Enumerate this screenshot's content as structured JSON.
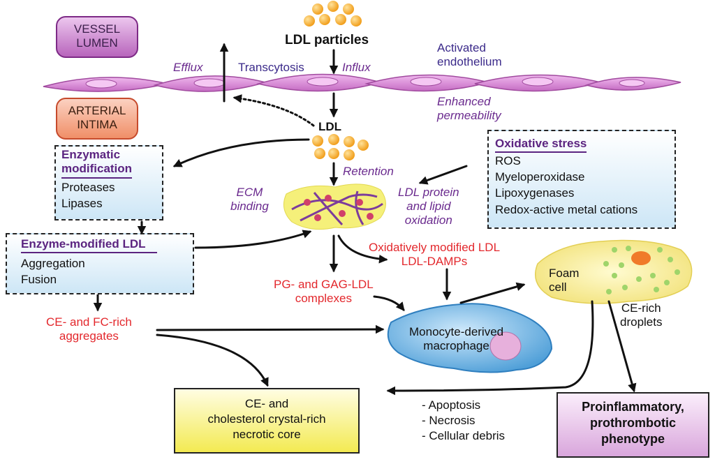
{
  "compartments": {
    "vessel_lumen": "VESSEL\nLUMEN",
    "arterial_intima": "ARTERIAL\nINTIMA"
  },
  "top_labels": {
    "ldl_particles": "LDL particles",
    "efflux": "Efflux",
    "transcytosis": "Transcytosis",
    "influx": "Influx",
    "activated_endothelium": "Activated\nendothelium",
    "enhanced_permeability": "Enhanced\npermeability",
    "ldl": "LDL",
    "retention": "Retention"
  },
  "enzymatic_box": {
    "title": "Enzymatic\nmodification",
    "items": [
      "Proteases",
      "Lipases"
    ]
  },
  "oxidative_box": {
    "title": "Oxidative stress",
    "items": [
      "ROS",
      "Myeloperoxidase",
      "Lipoxygenases",
      "Redox-active metal cations"
    ]
  },
  "enzyme_modified_box": {
    "title": "Enzyme-modified LDL",
    "items": [
      "Aggregation",
      "Fusion"
    ]
  },
  "mid_labels": {
    "ecm_binding": "ECM\nbinding",
    "ldl_oxidation": "LDL protein\nand lipid\noxidation",
    "oxidatively_modified": "Oxidatively modified LDL\nLDL-DAMPs",
    "pg_gag": "PG- and GAG-LDL\ncomplexes",
    "ce_fc": "CE- and FC-rich\naggregates",
    "foam_cell": "Foam\ncell",
    "ce_droplets": "CE-rich\ndroplets",
    "macrophage": "Monocyte-derived\nmacrophage"
  },
  "outcomes": {
    "necrotic_core": "CE- and\ncholesterol crystal-rich\nnecrotic core",
    "cell_death": "- Apoptosis\n- Necrosis\n- Cellular debris",
    "phenotype": "Proinflammatory,\nprothrombotic\nphenotype"
  },
  "colors": {
    "endothelium": "#d98ad6",
    "ldl_particle": "#f4a623",
    "red_text": "#e3282d",
    "purple_text": "#5b2480",
    "necrotic_fill": "#f6ef6a",
    "phenotype_fill": "#e7c6ea",
    "macrophage": "#6fb6e6"
  }
}
